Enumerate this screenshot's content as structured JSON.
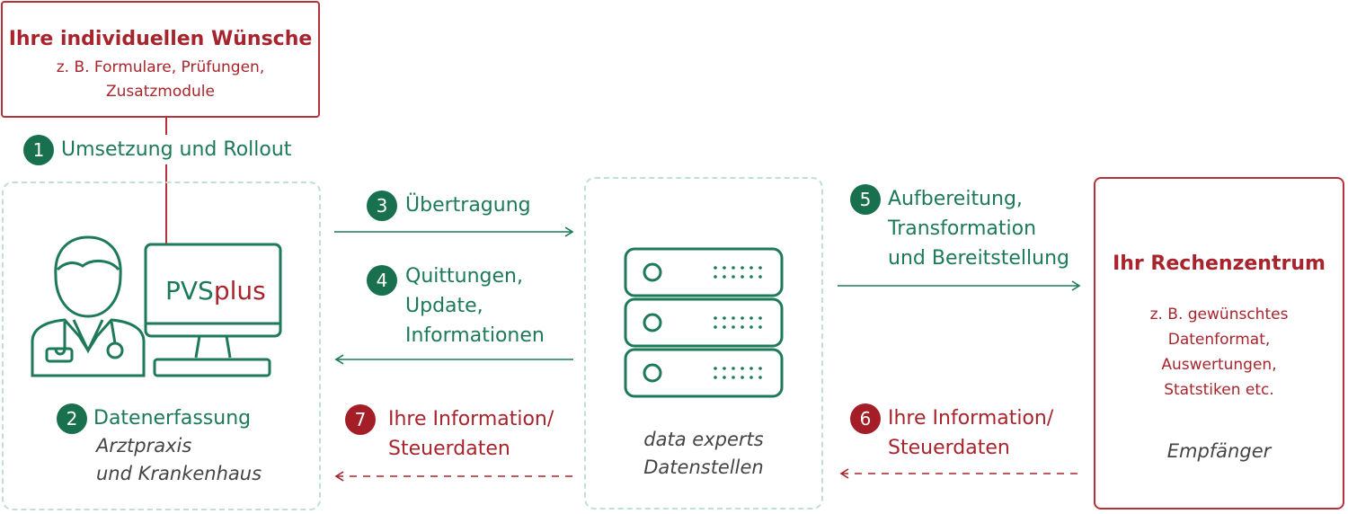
{
  "wishes": {
    "title": "Ihre individuellen Wünsche",
    "line1": "z. B. Formulare, Prüfungen,",
    "line2": "Zusatzmodule"
  },
  "steps": {
    "s1": {
      "num": "1",
      "text": "Umsetzung und Rollout"
    },
    "s2": {
      "num": "2",
      "text": "Datenerfassung",
      "sub1": "Arztpraxis",
      "sub2": "und Krankenhaus"
    },
    "s3": {
      "num": "3",
      "text": "Übertragung"
    },
    "s4": {
      "num": "4",
      "line1": "Quittungen,",
      "line2": "Update,",
      "line3": "Informationen"
    },
    "s5": {
      "num": "5",
      "line1": "Aufbereitung,",
      "line2": "Transformation",
      "line3": "und Bereitstellung"
    },
    "s6": {
      "num": "6",
      "line1": "Ihre Information/",
      "line2": "Steuerdaten"
    },
    "s7": {
      "num": "7",
      "line1": "Ihre Information/",
      "line2": "Steuerdaten"
    }
  },
  "pvs": {
    "prefix": "PVS",
    "suffix": "plus"
  },
  "server": {
    "line1": "data experts",
    "line2": "Datenstellen"
  },
  "datacenter": {
    "title": "Ihr Rechenzentrum",
    "line1": "z. B. gewünschtes",
    "line2": "Datenformat,",
    "line3": "Auswertungen,",
    "line4": "Statstiken etc.",
    "receiver": "Empfänger"
  },
  "colors": {
    "green": "#1d7a58",
    "red": "#a8242c",
    "dashed": "#bfe0d2"
  }
}
